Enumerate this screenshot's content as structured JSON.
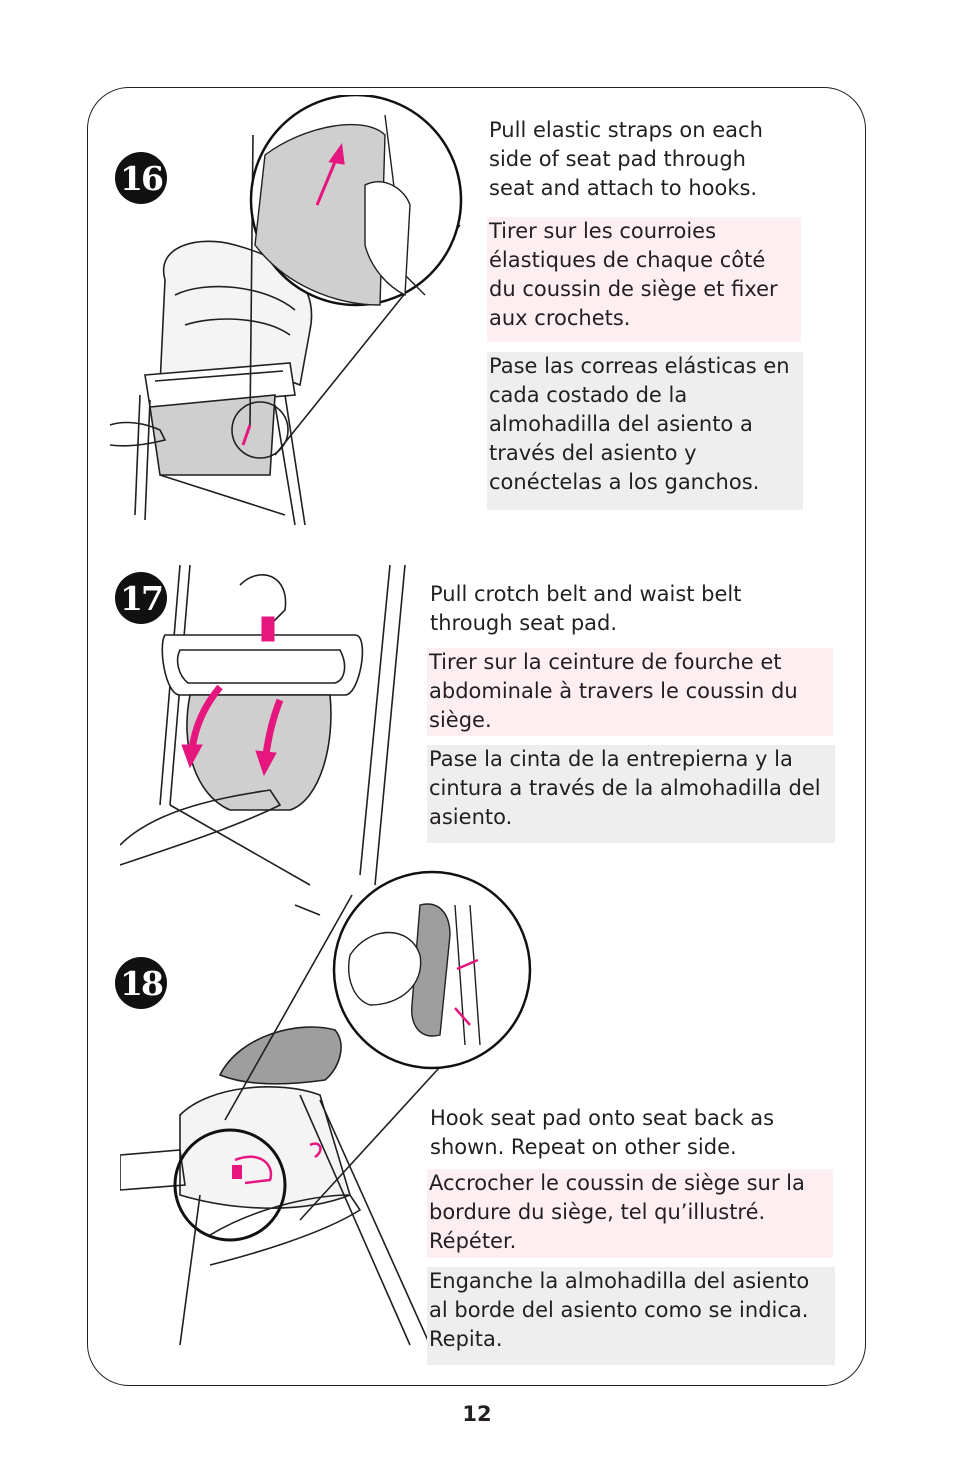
{
  "page_number": "12",
  "steps": [
    {
      "number": "16",
      "en": "Pull elastic straps on each side of seat pad through seat and attach to hooks.",
      "fr": "Tirer sur les courroies élastiques de chaque côté du coussin de siège et fixer aux crochets.",
      "es": "Pase las correas elásticas en cada costado de la almohadilla del asiento a través del asiento y conéctelas a los ganchos."
    },
    {
      "number": "17",
      "en": "Pull crotch belt and waist belt through seat pad.",
      "fr": "Tirer sur la ceinture de fourche et abdominale à travers le coussin du siège.",
      "es": "Pase la cinta de la entrepierna y la cintura a través de la almohadilla del asiento."
    },
    {
      "number": "18",
      "en": "Hook seat pad onto seat back as shown. Repeat on other side.",
      "fr": "Accrocher le coussin de siège sur la bordure du siège, tel qu’illustré. Répéter.",
      "es": "Enganche la almohadilla del asiento al borde del asiento como se indica. Repita."
    }
  ],
  "colors": {
    "accent": "#e5177f",
    "french_bg": "#fdeff1",
    "spanish_bg": "#eeeeee",
    "ink": "#231f20"
  }
}
